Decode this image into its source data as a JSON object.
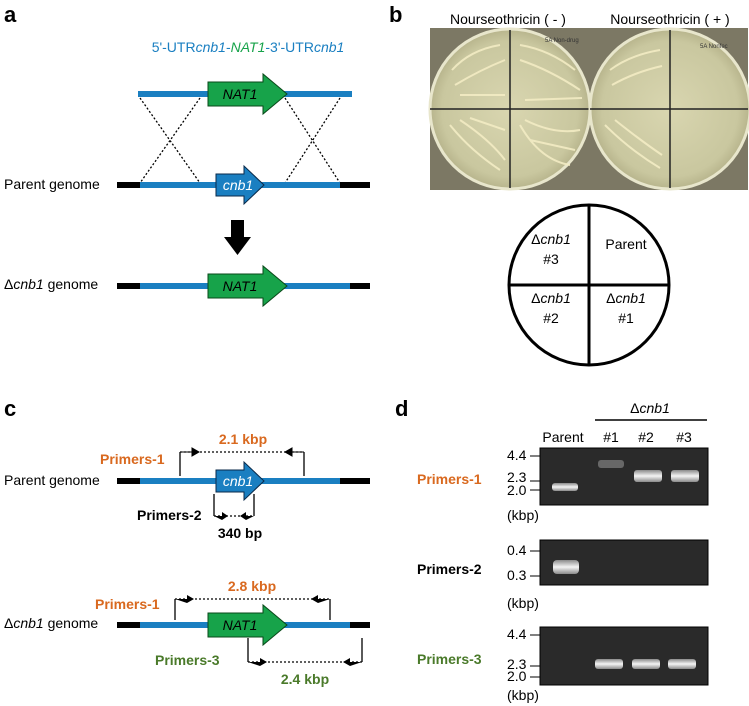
{
  "panels": {
    "a": "a",
    "b": "b",
    "c": "c",
    "d": "d"
  },
  "panel_a": {
    "construct": {
      "part1": "5'-UTR",
      "part2": "cnb1",
      "part3": "-",
      "part4": "NAT1",
      "part5": "-3'-UTR",
      "part6": "cnb1"
    },
    "nat1_label": "NAT1",
    "cnb1_label": "cnb1",
    "parent_genome": "Parent genome",
    "mutant_delta": "Δ",
    "mutant_gene": "cnb1",
    "mutant_genome": " genome",
    "nat1_label_2": "NAT1"
  },
  "panel_b": {
    "plate_minus": "Nourseothricin ( - )",
    "plate_plus": "Nourseothricin ( + )",
    "plate_mark_left": "5A Non-drug",
    "plate_mark_right": "5A Nonfec",
    "q_top_left_delta": "Δ",
    "q_top_left_gene": "cnb1",
    "q_top_left_num": "#3",
    "q_top_right": "Parent",
    "q_bottom_left_delta": "Δ",
    "q_bottom_left_gene": "cnb1",
    "q_bottom_left_num": "#2",
    "q_bottom_right_delta": "Δ",
    "q_bottom_right_gene": "cnb1",
    "q_bottom_right_num": "#1"
  },
  "panel_c": {
    "parent_genome": "Parent genome",
    "primers1_top": "Primers-1",
    "size_21": "2.1 kbp",
    "cnb1_label": "cnb1",
    "primers2": "Primers-2",
    "size_340": "340 bp",
    "mutant_delta": "Δ",
    "mutant_gene": "cnb1",
    "mutant_genome": " genome",
    "primers1_bottom": "Primers-1",
    "size_28": "2.8 kbp",
    "nat1_label": "NAT1",
    "primers3": "Primers-3",
    "size_24": "2.4 kbp"
  },
  "panel_d": {
    "mutant_delta": "Δ",
    "mutant_gene": "cnb1",
    "lanes": [
      "Parent",
      "#1",
      "#2",
      "#3"
    ],
    "gel1_label": "Primers-1",
    "gel1_ticks": [
      "4.4",
      "2.3",
      "2.0"
    ],
    "gel2_label": "Primers-2",
    "gel2_ticks": [
      "0.4",
      "0.3"
    ],
    "gel3_label": "Primers-3",
    "gel3_ticks": [
      "4.4",
      "2.3",
      "2.0"
    ],
    "unit": "(kbp)"
  }
}
